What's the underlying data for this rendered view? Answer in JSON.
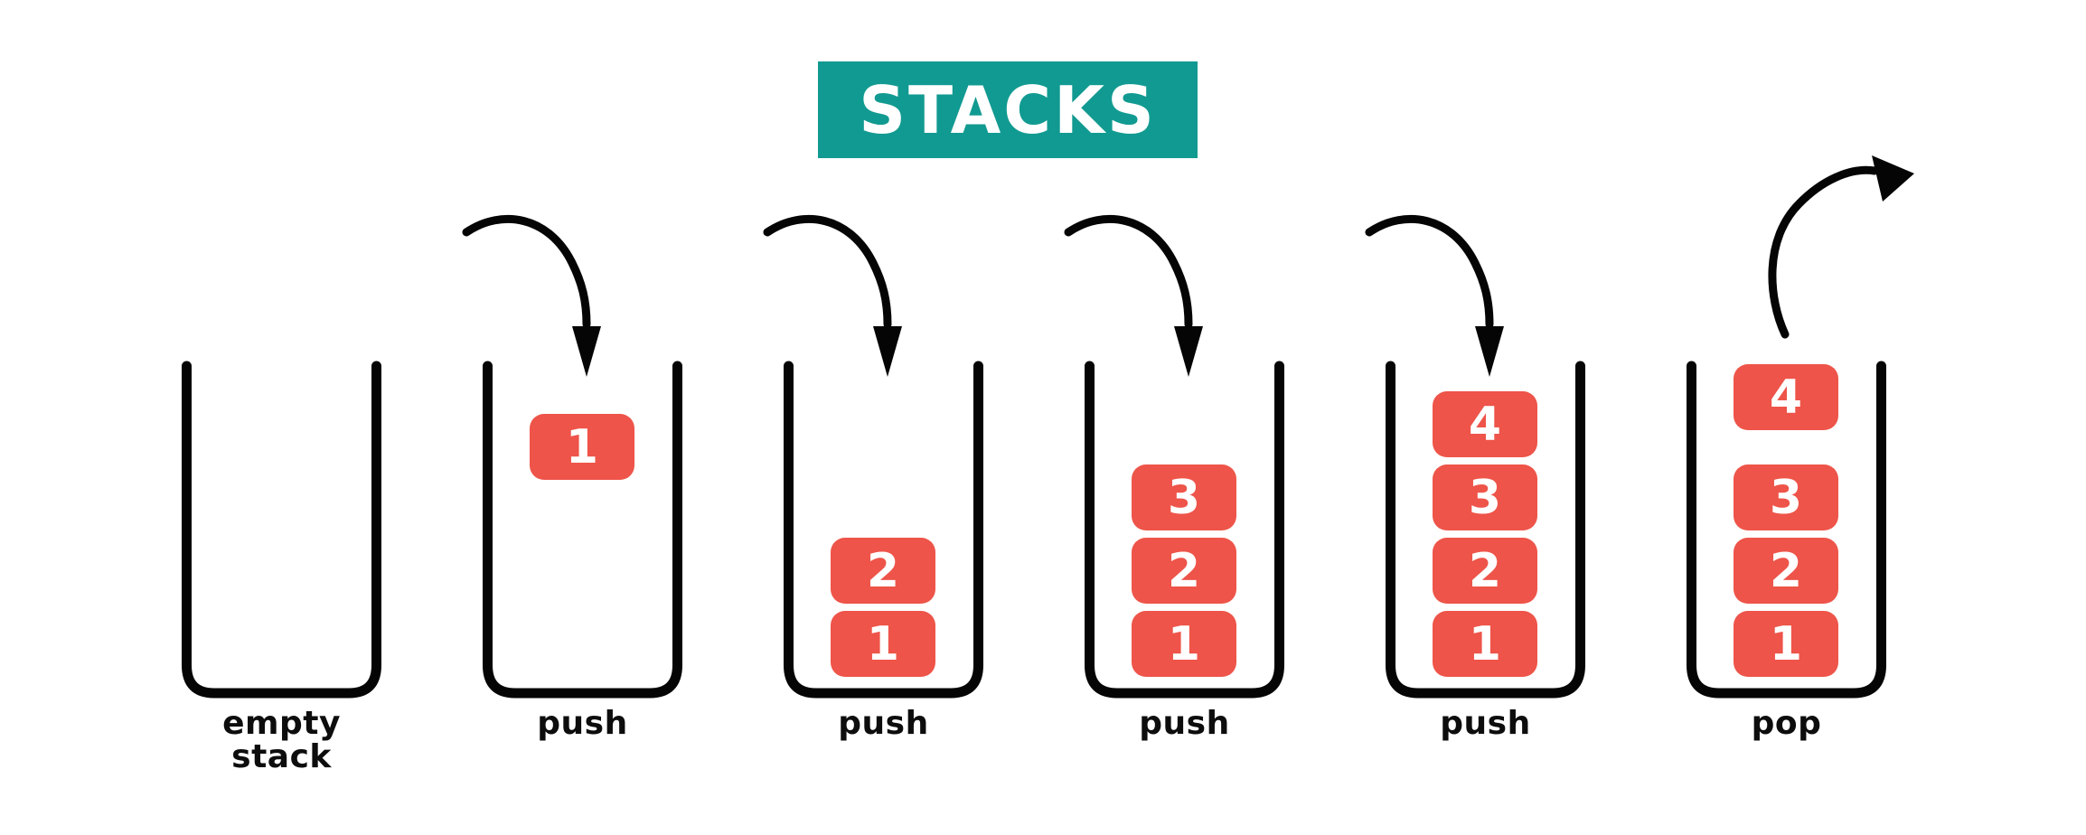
{
  "title": {
    "text": "STACKS"
  },
  "colors": {
    "banner": "#119a91",
    "banner_text": "#ffffff",
    "block": "#ee5449",
    "block_text": "#ffffff",
    "line": "#050505",
    "label": "#0d0d0d"
  },
  "stacks": [
    {
      "id": "empty-stack",
      "label": "empty stack",
      "label_lines": [
        "empty",
        "stack"
      ],
      "operation": "none",
      "blocks": []
    },
    {
      "id": "push-first",
      "label": "push",
      "operation": "push",
      "arrow_icon": "curved-down-arrow-icon",
      "floating_block": "1",
      "blocks": []
    },
    {
      "id": "push-second",
      "label": "push",
      "operation": "push",
      "arrow_icon": "curved-down-arrow-icon",
      "blocks": [
        "2",
        "1"
      ]
    },
    {
      "id": "push-third",
      "label": "push",
      "operation": "push",
      "arrow_icon": "curved-down-arrow-icon",
      "blocks": [
        "3",
        "2",
        "1"
      ]
    },
    {
      "id": "push-fourth",
      "label": "push",
      "operation": "push",
      "arrow_icon": "curved-down-arrow-icon",
      "blocks": [
        "4",
        "3",
        "2",
        "1"
      ]
    },
    {
      "id": "pop",
      "label": "pop",
      "operation": "pop",
      "arrow_icon": "curved-up-arrow-icon",
      "popped_block": "4",
      "blocks": [
        "3",
        "2",
        "1"
      ]
    }
  ]
}
